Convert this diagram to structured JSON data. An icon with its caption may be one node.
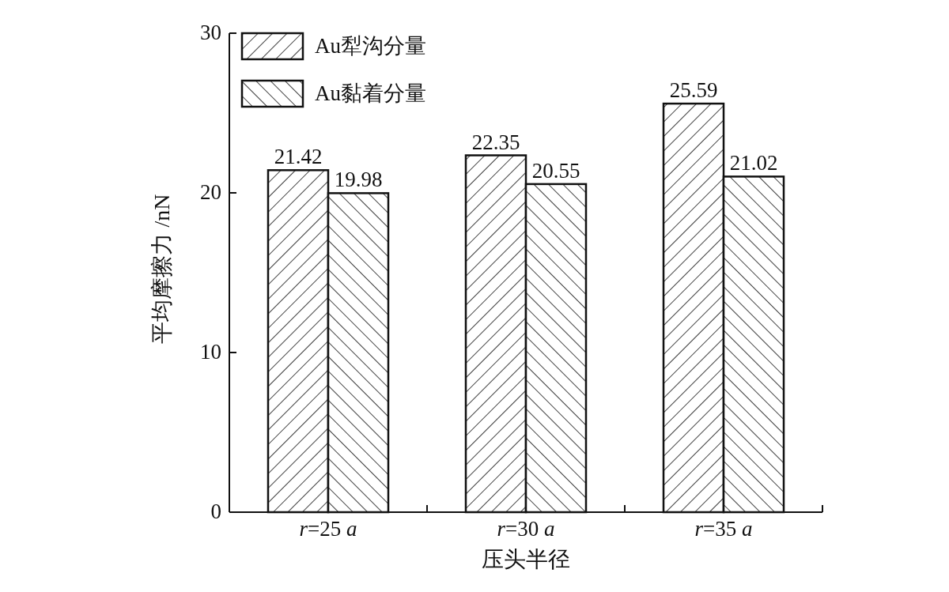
{
  "diagram": {
    "chart_data": {
      "type": "bar",
      "xlabel": "压头半径",
      "ylabel": "平均摩擦力 /nN",
      "categories": [
        "*r*=25 *a*",
        "*r*=30 *a*",
        "*r*=35 *a*"
      ],
      "series": [
        {
          "name": "Au犁沟分量",
          "values": [
            21.42,
            22.35,
            25.59
          ]
        },
        {
          "name": "Au黏着分量",
          "values": [
            19.98,
            20.55,
            21.02
          ]
        }
      ],
      "ylim": [
        0,
        30
      ],
      "yticks": [
        0,
        10,
        20,
        30
      ],
      "data_labels": true,
      "legend": "upper left"
    }
  }
}
